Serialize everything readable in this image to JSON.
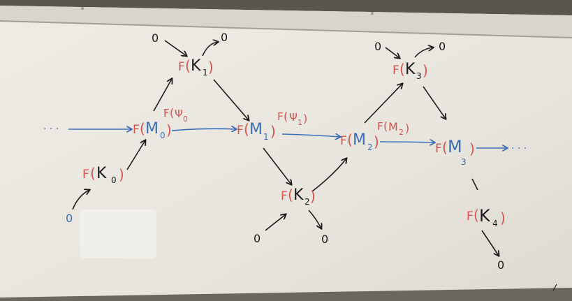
{
  "colors": {
    "board": "#e9e6df",
    "frame": "#57534d",
    "rail": "#d7d3cb",
    "red_marker": "#d9534f",
    "blue_marker": "#3d6fb8",
    "black_marker": "#1c1c1c"
  },
  "nodes": {
    "k0": {
      "f": "F",
      "var": "K",
      "sub": "0"
    },
    "m0": {
      "f": "F",
      "var": "M",
      "sub": "0"
    },
    "k1": {
      "f": "F",
      "var": "K",
      "sub": "1"
    },
    "m1": {
      "f": "F",
      "var": "M",
      "sub": "1"
    },
    "k2": {
      "f": "F",
      "var": "K",
      "sub": "2"
    },
    "m2": {
      "f": "F",
      "var": "M",
      "sub": "2"
    },
    "k3": {
      "f": "F",
      "var": "K",
      "sub": "3"
    },
    "m3": {
      "f": "F",
      "var": "M",
      "sub": "3"
    },
    "k4": {
      "f": "F",
      "var": "K",
      "sub": "4"
    }
  },
  "edge_labels": {
    "psi0": {
      "f": "F",
      "var": "Ψ",
      "sub": "0"
    },
    "psi1": {
      "f": "F",
      "var": "Ψ",
      "sub": "1"
    },
    "m2": {
      "f": "F",
      "var": "M",
      "sub": "2"
    }
  },
  "zeros": {
    "k0_in": "0",
    "k1_in": "0",
    "k1_out": "0",
    "k2_in": "0",
    "k2_out": "0",
    "k3_in": "0",
    "k3_out": "0",
    "k4_out": "0"
  },
  "ellipsis": {
    "left": "· · ·",
    "right": "· · ·"
  }
}
